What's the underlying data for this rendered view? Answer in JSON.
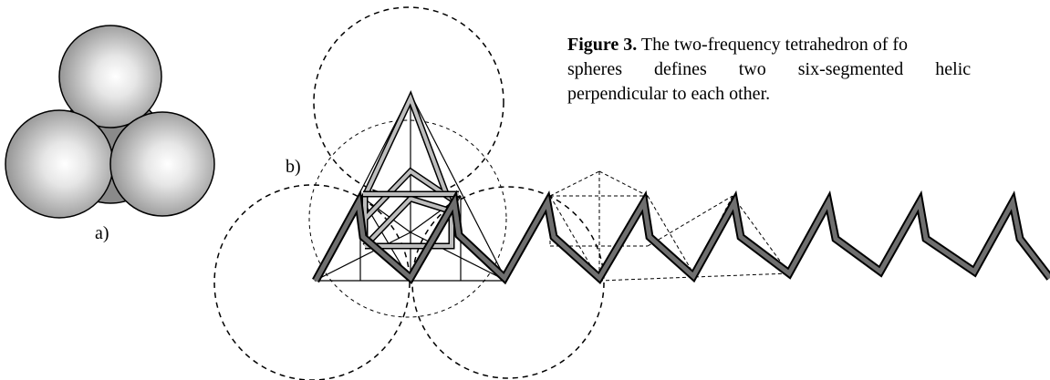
{
  "caption": {
    "label": "Figure 3.",
    "line1": " The two-frequency tetrahedron of fo",
    "line2": "spheres defines two six-segmented helic",
    "line3": "perpendicular to each other."
  },
  "panel_a": {
    "label": "a)"
  },
  "panel_b": {
    "label": "b)"
  },
  "colors": {
    "sphere_light": "#ffffff",
    "sphere_dark": "#8e8e8e",
    "helix_dark": "#6f6f6f",
    "helix_light": "#bdbdbd",
    "line": "#000000"
  }
}
